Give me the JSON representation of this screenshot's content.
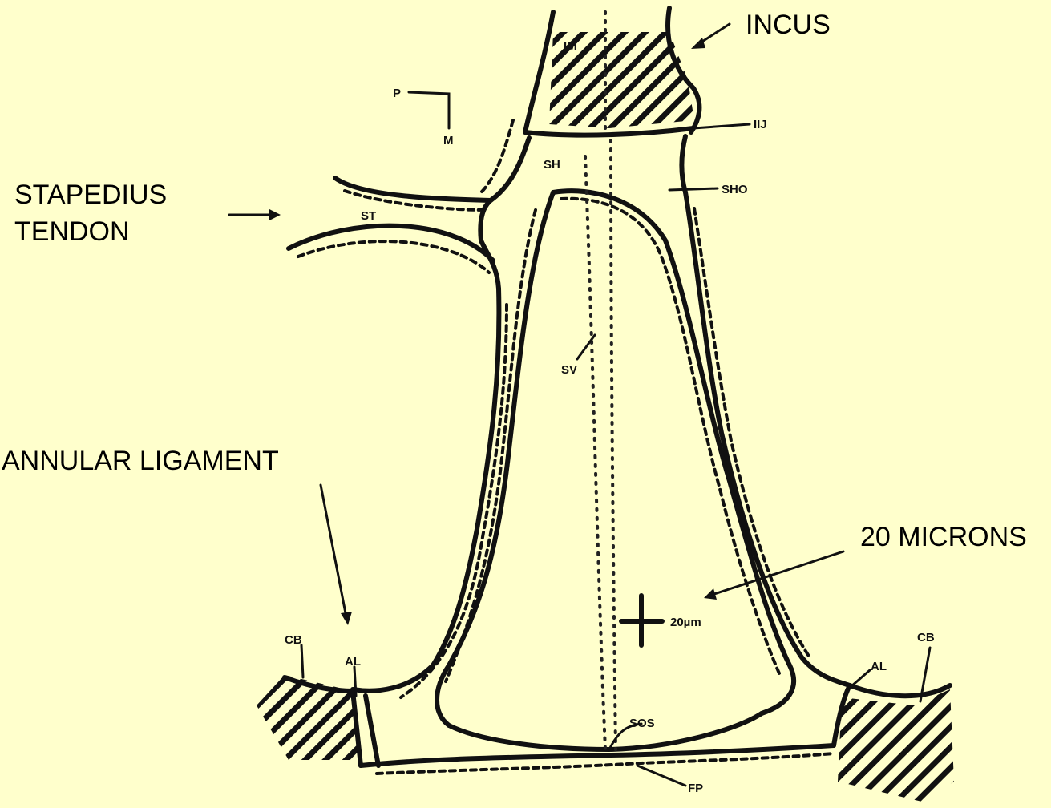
{
  "labels": {
    "incus": "INCUS",
    "stapedius_line1": "STAPEDIUS",
    "stapedius_line2": "TENDON",
    "annular_ligament": "ANNULAR LIGAMENT",
    "microns": "20 MICRONS"
  },
  "small_labels": {
    "p": "P",
    "m": "M",
    "ij": "IIJ",
    "sh": "SH",
    "sho": "SHO",
    "st": "ST",
    "sv": "SV",
    "scale": "20µm",
    "cb_left": "CB",
    "al_left": "AL",
    "cb_right": "CB",
    "al_right": "AL",
    "sos": "SOS",
    "fp": "FP",
    "im": "IM"
  },
  "colors": {
    "background": "#ffffcc",
    "ink": "#111111"
  }
}
